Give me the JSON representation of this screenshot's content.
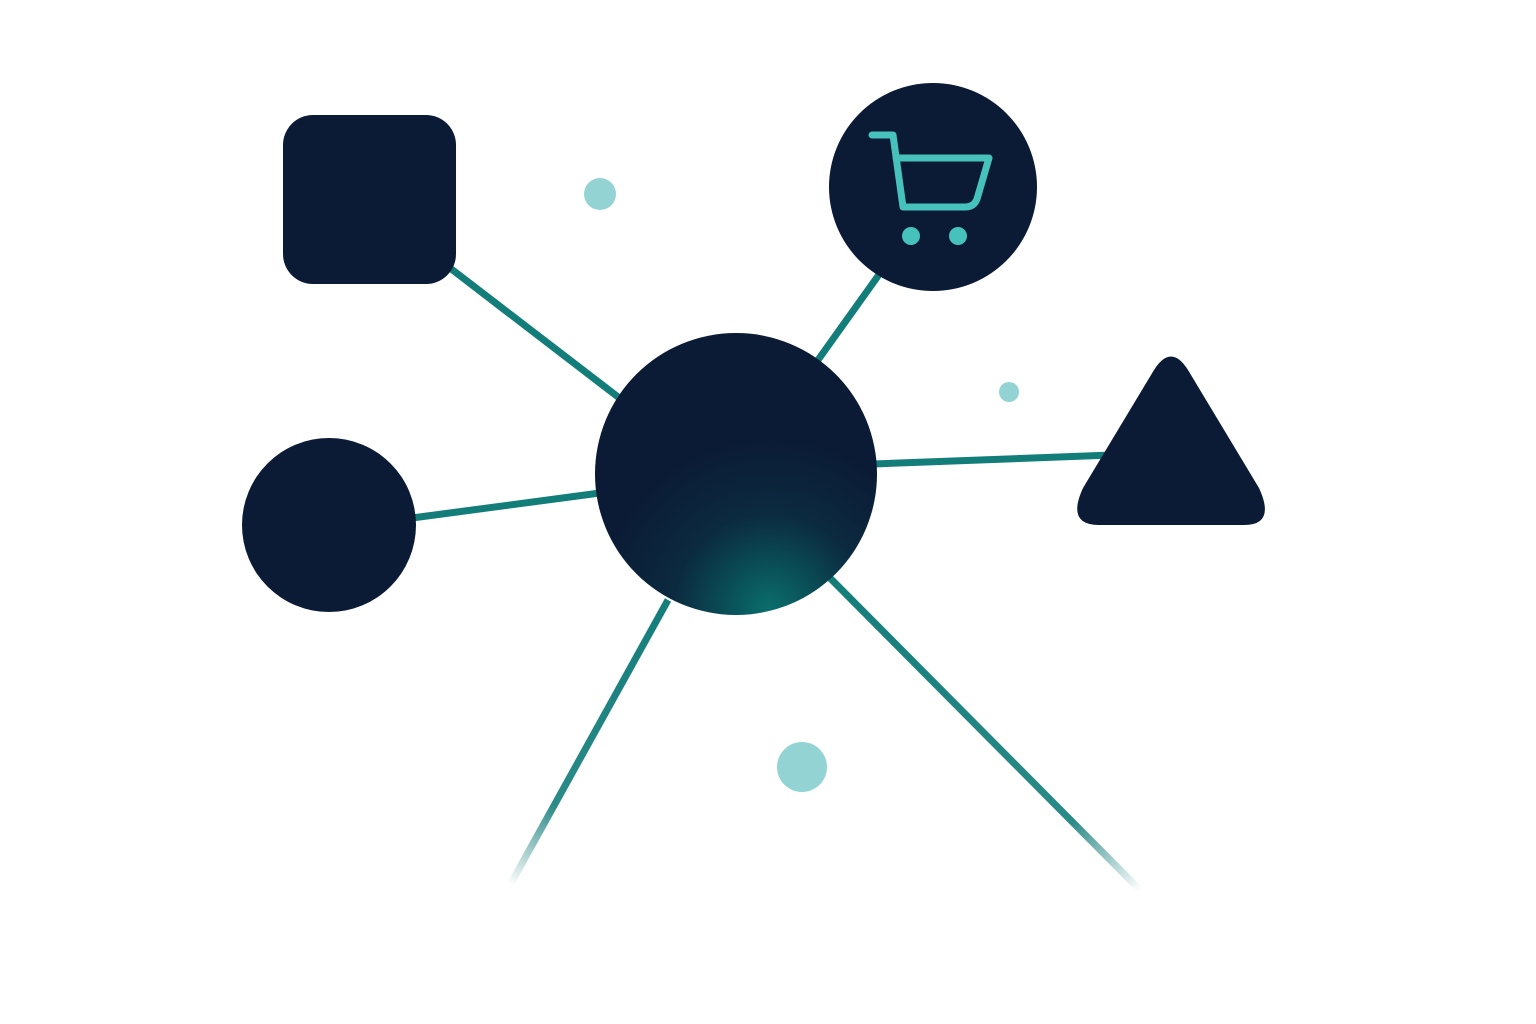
{
  "colors": {
    "background": "#ffffff",
    "node_fill": "#0b1a35",
    "connector": "#137d7a",
    "accent_dot": "#93d3d4",
    "icon_stroke": "#46c1bb",
    "hub_glow": "#0a6e6c"
  },
  "hub": {
    "name": "central-hub-node",
    "shape": "circle",
    "style": "dark navy with teal glow at bottom-right"
  },
  "satellites": [
    {
      "name": "square-node",
      "shape": "rounded-square",
      "icon": null
    },
    {
      "name": "cart-node",
      "shape": "circle",
      "icon": "shopping-cart-icon"
    },
    {
      "name": "circle-node",
      "shape": "circle",
      "icon": null
    },
    {
      "name": "triangle-node",
      "shape": "rounded-triangle",
      "icon": null
    }
  ],
  "open_connectors": [
    {
      "name": "connector-lower-left",
      "style": "fades out"
    },
    {
      "name": "connector-lower-right",
      "style": "fades out"
    }
  ],
  "accent_dots": [
    {
      "name": "accent-dot-top"
    },
    {
      "name": "accent-dot-right"
    },
    {
      "name": "accent-dot-bottom"
    }
  ]
}
